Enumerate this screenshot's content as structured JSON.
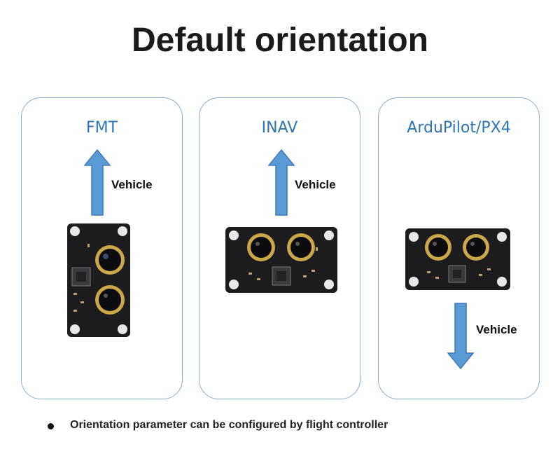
{
  "title": "Default orientation",
  "panels": [
    {
      "label": "FMT",
      "vehicle_label": "Vehicle",
      "arrow_direction": "up",
      "board_orientation": "portrait"
    },
    {
      "label": "INAV",
      "vehicle_label": "Vehicle",
      "arrow_direction": "up",
      "board_orientation": "landscape"
    },
    {
      "label": "ArduPilot/PX4",
      "vehicle_label": "Vehicle",
      "arrow_direction": "down",
      "board_orientation": "landscape"
    }
  ],
  "note": "Orientation parameter can be configured by flight controller",
  "colors": {
    "panel_border": "#8cb0cc",
    "panel_title": "#2e75b6",
    "arrow_fill": "#5b9bd5",
    "arrow_stroke": "#3d7ab8",
    "board": "#1c1c1e",
    "lens_ring": "#c9a84a"
  }
}
